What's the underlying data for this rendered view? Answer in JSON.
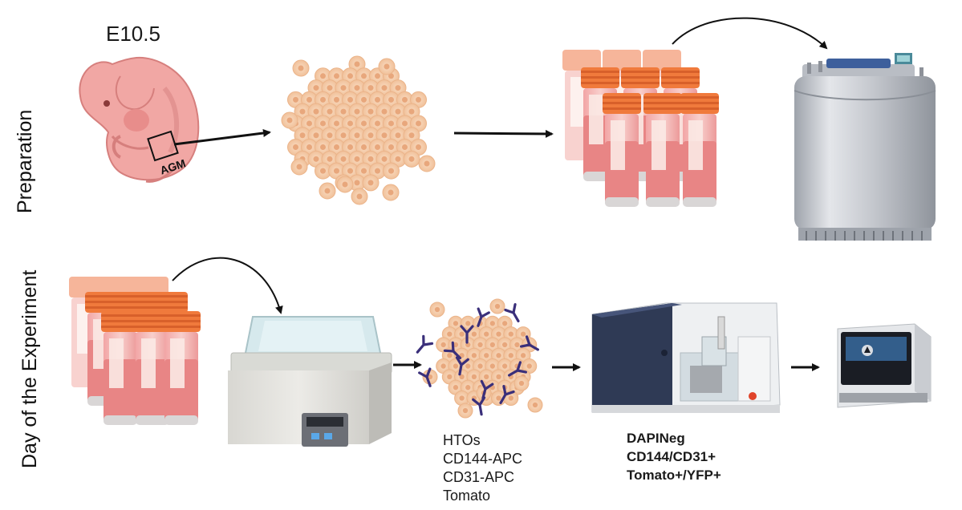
{
  "rows": {
    "preparation": "Preparation",
    "experiment_day": "Day of the Experiment"
  },
  "embryo": {
    "stage": "E10.5",
    "region": "AGM"
  },
  "staining_labels": [
    "HTOs",
    "CD144-APC",
    "CD31-APC",
    "Tomato"
  ],
  "sort_gates": [
    "DAPINeg",
    "CD144/CD31+",
    "Tomato+/YFP+"
  ],
  "colors": {
    "cell_fill": "#f5c9a3",
    "cell_nucleus": "#e6a77a",
    "tube_cap": "#f07a3c",
    "tube_body": "#f4b8b4",
    "antibody": "#3a2f7a",
    "steel": "#c9ccd2",
    "sorter_dark": "#2f3a55"
  }
}
